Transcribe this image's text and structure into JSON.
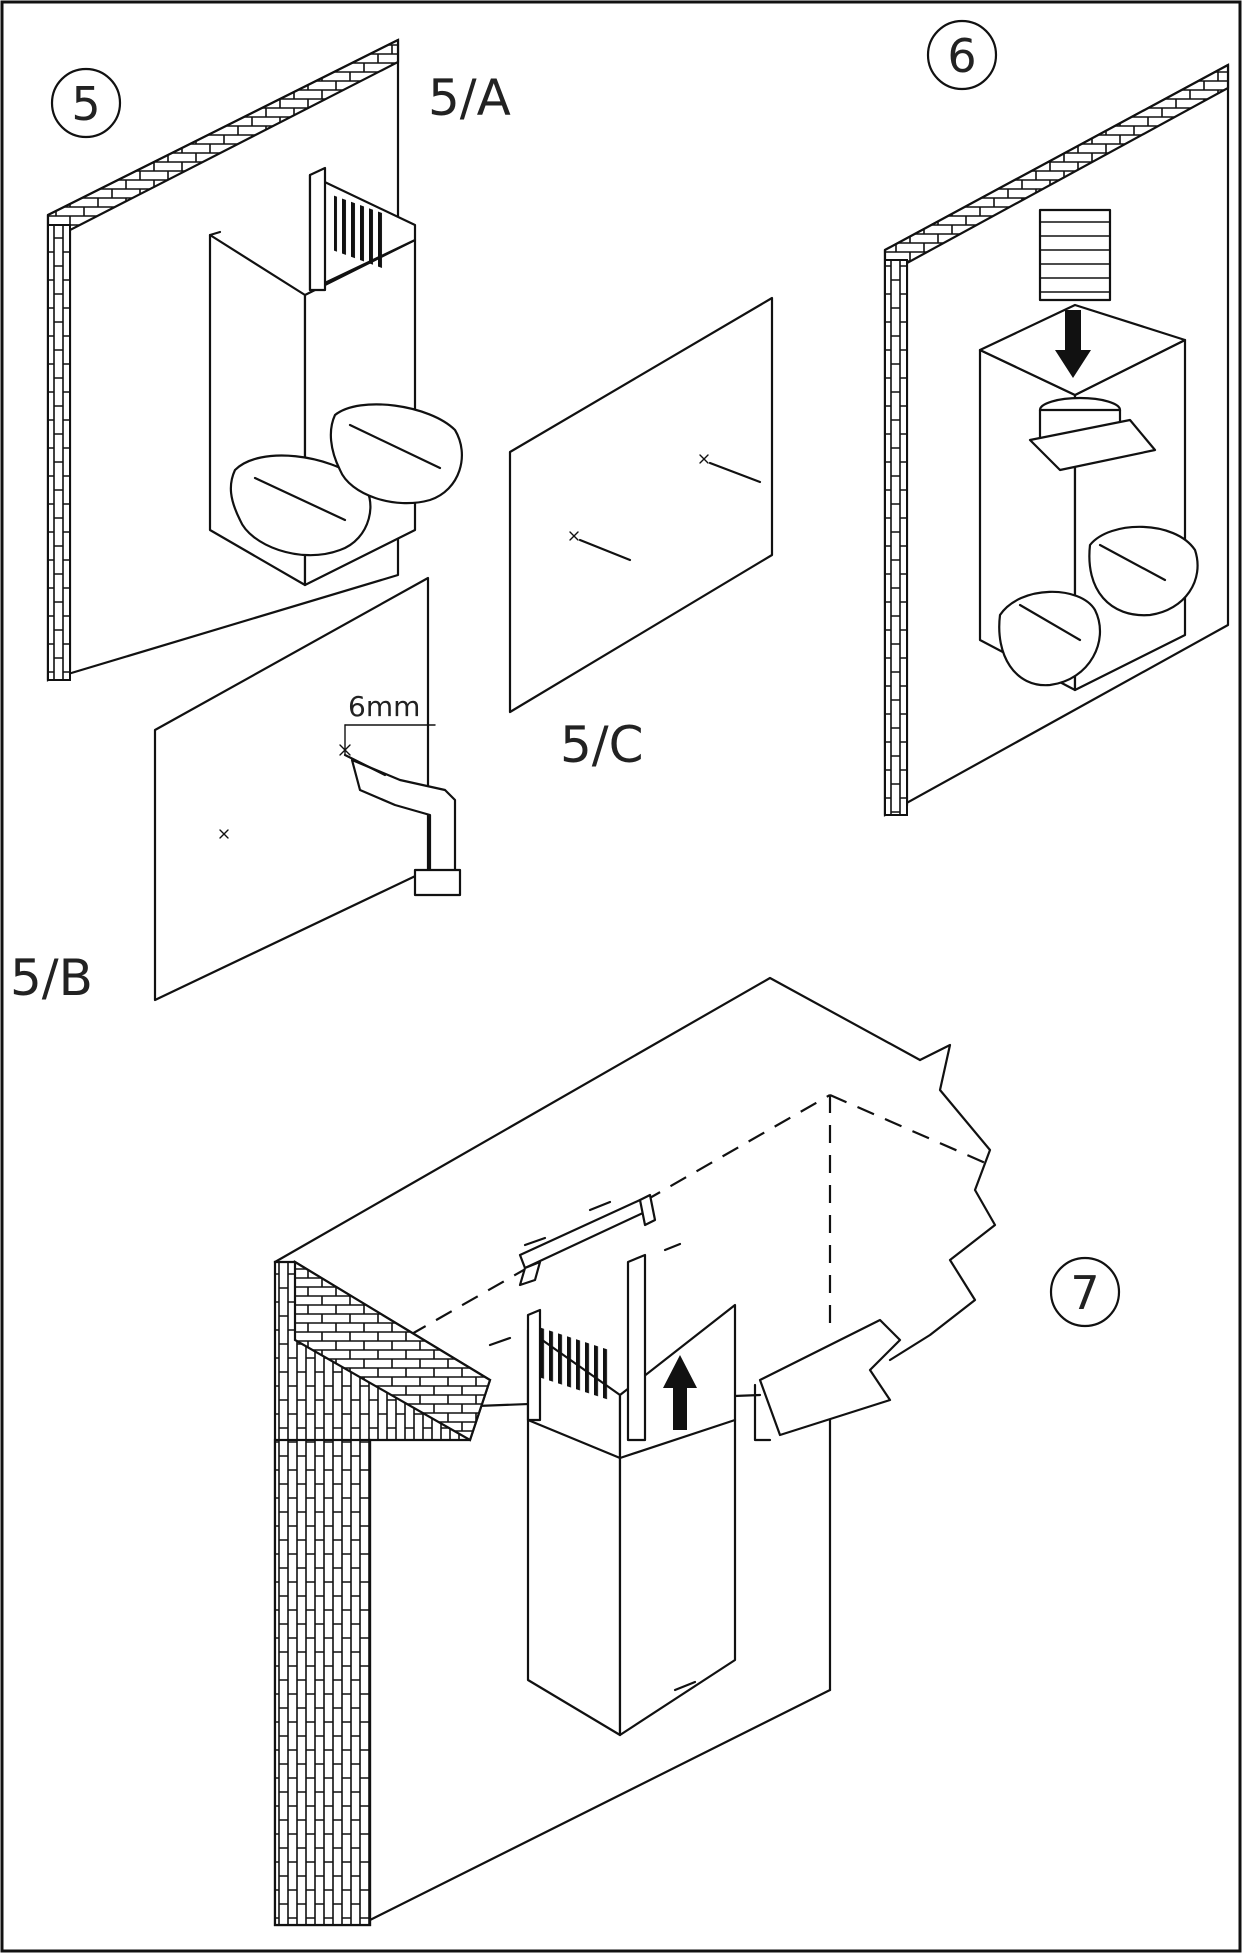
{
  "steps": {
    "s5": "5",
    "s6": "6",
    "s7": "7"
  },
  "sub_labels": {
    "a": "5/A",
    "b": "5/B",
    "c": "5/C"
  },
  "drill_size": "6mm",
  "colors": {
    "line": "#111111",
    "background": "#ffffff"
  }
}
